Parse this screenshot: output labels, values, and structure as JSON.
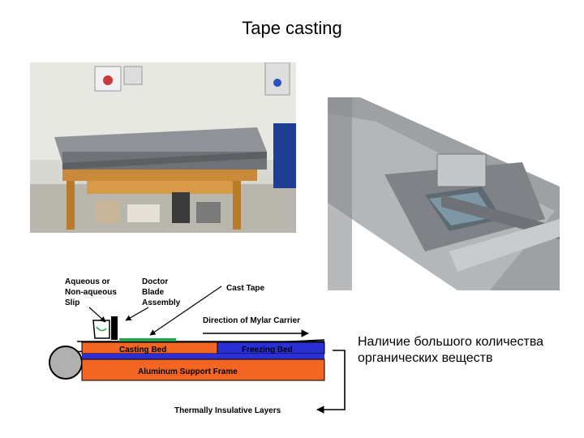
{
  "slide": {
    "title": "Tape casting",
    "caption": "Наличие большого количества органических веществ"
  },
  "photos": {
    "left": "tape-casting-machine-on-table-photo",
    "right": "doctor-blade-closeup-photo"
  },
  "diagram": {
    "labels": {
      "slip": [
        "Aqueous or",
        "Non-aqueous",
        "Slip"
      ],
      "doctor_blade": [
        "Doctor",
        "Blade",
        "Assembly"
      ],
      "cast_tape": "Cast Tape",
      "direction": "Direction of Mylar Carrier",
      "casting_bed": "Casting Bed",
      "freezing_bed": "Freezing Bed",
      "frame": "Aluminum Support Frame",
      "insulation": "Thermally Insulative Layers"
    },
    "colors": {
      "casting_bed": "#f26522",
      "freezing_bed": "#2b2fd6",
      "frame": "#f26522",
      "cast_tape": "#22a84a",
      "roller": "#b0b0b0"
    }
  }
}
